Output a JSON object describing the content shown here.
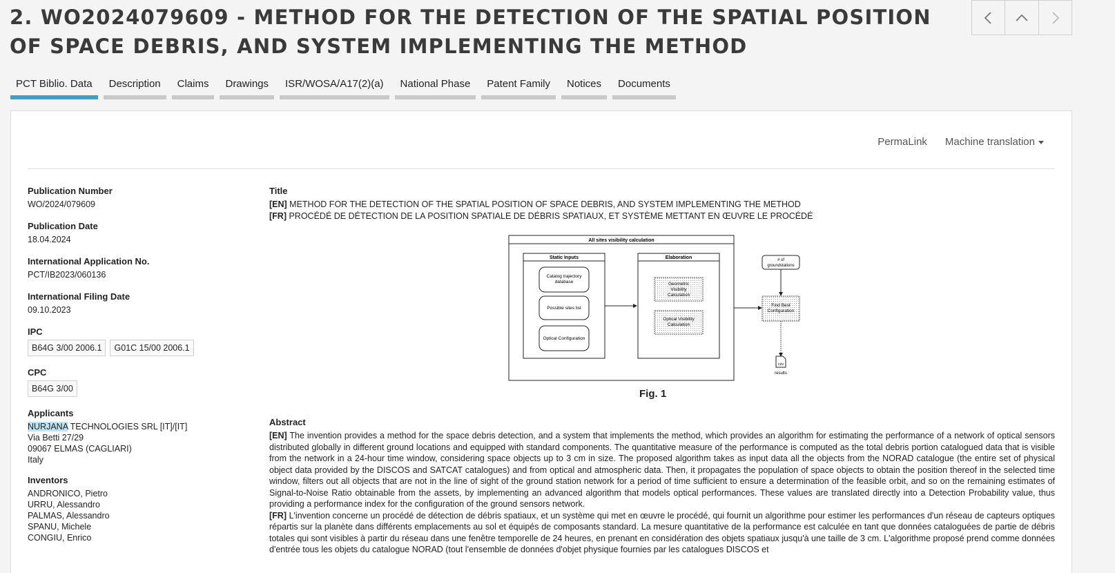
{
  "page": {
    "title": "2. WO2024079609 - METHOD FOR THE DETECTION OF THE SPATIAL POSITION OF SPACE DEBRIS, AND SYSTEM IMPLEMENTING THE METHOD"
  },
  "nav": {
    "prev_icon": "chevron-left-icon",
    "up_icon": "chevron-up-icon",
    "next_icon": "chevron-right-icon"
  },
  "tabs": [
    {
      "label": "PCT Biblio. Data",
      "active": true
    },
    {
      "label": "Description",
      "active": false
    },
    {
      "label": "Claims",
      "active": false
    },
    {
      "label": "Drawings",
      "active": false
    },
    {
      "label": "ISR/WOSA/A17(2)(a)",
      "active": false
    },
    {
      "label": "National Phase",
      "active": false
    },
    {
      "label": "Patent Family",
      "active": false
    },
    {
      "label": "Notices",
      "active": false
    },
    {
      "label": "Documents",
      "active": false
    }
  ],
  "toolbar": {
    "permalink": "PermaLink",
    "machine_translation": "Machine translation"
  },
  "biblio": {
    "publication_number_label": "Publication Number",
    "publication_number": "WO/2024/079609",
    "publication_date_label": "Publication Date",
    "publication_date": "18.04.2024",
    "application_no_label": "International Application No.",
    "application_no": "PCT/IB2023/060136",
    "filing_date_label": "International Filing Date",
    "filing_date": "09.10.2023",
    "ipc_label": "IPC",
    "ipc": [
      "B64G 3/00 2006.1",
      "G01C 15/00 2006.1"
    ],
    "cpc_label": "CPC",
    "cpc": [
      "B64G 3/00"
    ],
    "applicants_label": "Applicants",
    "applicant_highlight": "NURJANA",
    "applicant_rest": " TECHNOLOGIES SRL [IT]/[IT]",
    "applicant_address": [
      "Via Betti 27/29",
      "09067 ELMAS (CAGLIARI)",
      "Italy"
    ],
    "inventors_label": "Inventors",
    "inventors": [
      "ANDRONICO, Pietro",
      "URRU, Alessandro",
      "PALMAS, Alessandro",
      "SPANU, Michele",
      "CONGIU, Enrico"
    ]
  },
  "title_section": {
    "label": "Title",
    "en_tag": "[EN]",
    "en": " METHOD FOR THE DETECTION OF THE SPATIAL POSITION OF SPACE DEBRIS, AND SYSTEM IMPLEMENTING THE METHOD",
    "fr_tag": "[FR]",
    "fr": " PROCÉDÉ DE DÉTECTION DE LA POSITION SPATIALE DE DÉBRIS SPATIAUX, ET SYSTÈME METTANT EN ŒUVRE LE PROCÉDÉ"
  },
  "figure": {
    "outer_title": "All sites visibility calculation",
    "static_inputs": "Static Inputs",
    "catalog": [
      "Catalog trajectory",
      "database"
    ],
    "sites": "Possible sites list",
    "optical": "Optical Configuration",
    "elaboration": "Elaboration",
    "geometric": [
      "Geometric",
      "Visibility",
      "Calculation"
    ],
    "optical_vis": [
      "Optical Visibility",
      "Calculation"
    ],
    "groundstations": [
      "# of",
      "groundstations"
    ],
    "find_best": [
      "Find Best",
      "Configuration"
    ],
    "csv": "csv",
    "results": "results",
    "caption": "Fig. 1"
  },
  "abstract": {
    "label": "Abstract",
    "en_tag": "[EN]",
    "en": " The invention provides a method for the space debris detection, and a system that implements the method, which provides an algorithm for estimating the performance of a network of optical sensors distributed globally in different ground locations and equipped with standard components. The quantitative measure of the performance is computed as the total debris portion catalogued data that is visible from the network in a 24-hour time window, considering space objects up to 3 cm in size. The proposed algorithm takes as input data all the objects from the NORAD catalogue (the entire set of physical object data provided by the DISCOS and SATCAT catalogues) and from optical and atmospheric data. Then, it propagates the population of space objects to obtain the position thereof in the selected time window, filters out all objects that are not in the line of sight of the ground station network for a period of time sufficient to ensure a determination of the feasible orbit, and so on the remaining estimates of Signal-to-Noise Ratio obtainable from the assets, by implementing an advanced algorithm that models optical performances. These values are translated directly into a Detection Probability value, thus providing a performance index for the configuration of the ground sensors network.",
    "fr_tag": "[FR]",
    "fr": " L'invention concerne un procédé de détection de débris spatiaux, et un système qui met en œuvre le procédé, qui fournit un algorithme pour estimer les performances d'un réseau de capteurs optiques répartis sur la planète dans différents emplacements au sol et équipés de composants standard. La mesure quantitative de la performance est calculée en tant que données cataloguées de partie de débris totales qui sont visibles à partir du réseau dans une fenêtre temporelle de 24 heures, en prenant en considération des objets spatiaux jusqu'à une taille de 3 cm. L'algorithme proposé prend comme données d'entrée tous les objets du catalogue NORAD (tout l'ensemble de données d'objet physique fournies par les catalogues DISCOS et"
  }
}
